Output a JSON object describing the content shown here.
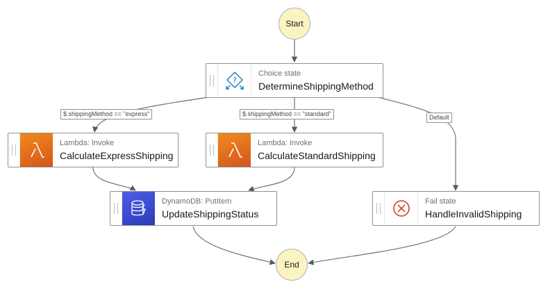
{
  "start_label": "Start",
  "end_label": "End",
  "colors": {
    "terminal_fill": "#fcf3c2",
    "lambda_orange": "#e8731a",
    "dynamo_blue": "#3b48cc",
    "choice_blue": "#147eba",
    "fail_red": "#d13212"
  },
  "states": {
    "choice": {
      "type": "Choice state",
      "name": "DetermineShippingMethod",
      "icon": "choice-diamond-icon"
    },
    "express": {
      "type": "Lambda: Invoke",
      "name": "CalculateExpressShipping",
      "icon": "lambda-icon"
    },
    "standard": {
      "type": "Lambda: Invoke",
      "name": "CalculateStandardShipping",
      "icon": "lambda-icon"
    },
    "update": {
      "type": "DynamoDB: PutItem",
      "name": "UpdateShippingStatus",
      "icon": "dynamodb-icon"
    },
    "fail": {
      "type": "Fail state",
      "name": "HandleInvalidShipping",
      "icon": "fail-icon"
    }
  },
  "edge_labels": {
    "express": "$.shippingMethod == \"express\"",
    "standard": "$.shippingMethod == \"standard\"",
    "default": "Default"
  }
}
